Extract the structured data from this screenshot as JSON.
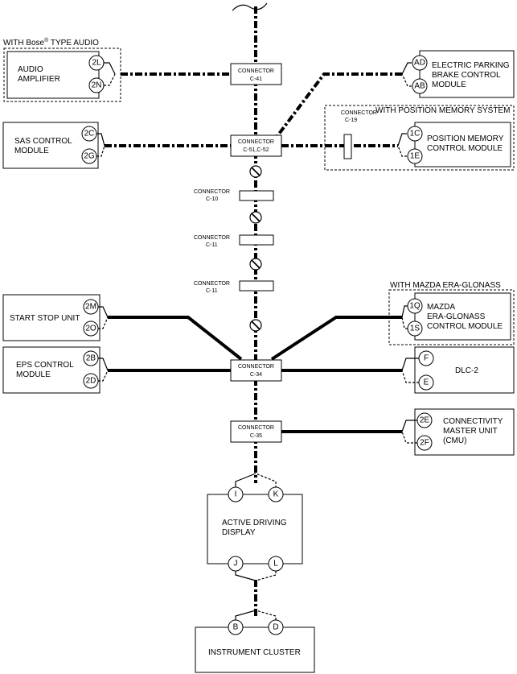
{
  "groups": {
    "bose": "WITH Bose",
    "bose_sup": "®",
    "bose_rest": " TYPE AUDIO",
    "position_memory": "WITH POSITION MEMORY SYSTEM",
    "era_glonass": "WITH MAZDA ERA-GLONASS"
  },
  "modules": {
    "audio_amp": [
      "AUDIO",
      "AMPLIFIER"
    ],
    "epb": [
      "ELECTRIC PARKING",
      "BRAKE CONTROL",
      "MODULE"
    ],
    "sas": [
      "SAS CONTROL",
      "MODULE"
    ],
    "pos_mem": [
      "POSITION MEMORY",
      "CONTROL MODULE"
    ],
    "start_stop": [
      "START STOP UNIT"
    ],
    "era": [
      "MAZDA",
      "ERA-GLONASS",
      "CONTROL MODULE"
    ],
    "eps": [
      "EPS CONTROL",
      "MODULE"
    ],
    "dlc": [
      "DLC-2"
    ],
    "cmu": [
      "CONNECTIVITY",
      "MASTER UNIT",
      "(CMU)"
    ],
    "adp": [
      "ACTIVE DRIVING",
      "DISPLAY"
    ],
    "cluster": [
      "INSTRUMENT CLUSTER"
    ]
  },
  "pins": {
    "audio_a": "2L",
    "audio_b": "2N",
    "epb_a": "AD",
    "epb_b": "AB",
    "sas_a": "2C",
    "sas_b": "2G",
    "pos_a": "1C",
    "pos_b": "1E",
    "ss_a": "2M",
    "ss_b": "2O",
    "era_a": "1Q",
    "era_b": "1S",
    "eps_a": "2B",
    "eps_b": "2D",
    "dlc_a": "F",
    "dlc_b": "E",
    "cmu_a": "2E",
    "cmu_b": "2F",
    "adp_a": "I",
    "adp_b": "K",
    "adp_c": "J",
    "adp_d": "L",
    "clu_a": "B",
    "clu_b": "D"
  },
  "connectors": {
    "word": "CONNECTOR",
    "c41": "C-41",
    "c51": "C-51,C-52",
    "c19": "C-19",
    "c10": "C-10",
    "c11a": "C-11",
    "c11b": "C-11",
    "c34": "C-34",
    "c35": "C-35"
  }
}
